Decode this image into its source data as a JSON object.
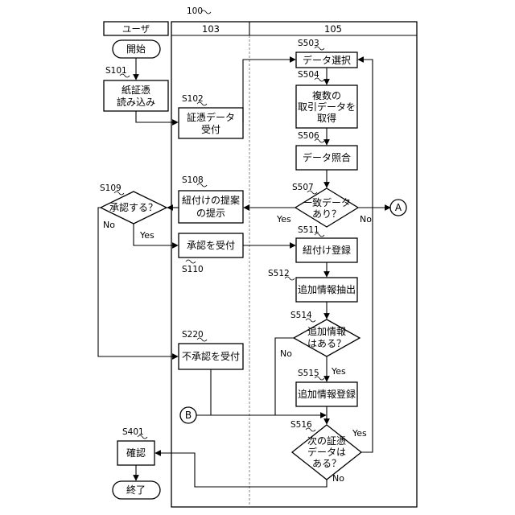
{
  "figure_number": "100",
  "lanes": {
    "user": "ユーザ",
    "lane103": "103",
    "lane105": "105"
  },
  "steps": {
    "start": {
      "line1": "開始"
    },
    "s101": {
      "id": "S101",
      "line1": "紙証憑",
      "line2": "読み込み"
    },
    "s102": {
      "id": "S102",
      "line1": "証憑データ",
      "line2": "受付"
    },
    "s503": {
      "id": "S503",
      "line1": "データ選択"
    },
    "s504": {
      "id": "S504",
      "line1": "複数の",
      "line2": "取引データを",
      "line3": "取得"
    },
    "s506": {
      "id": "S506",
      "line1": "データ照合"
    },
    "s507": {
      "id": "S507",
      "line1": "一致データ",
      "line2": "あり？"
    },
    "s108": {
      "id": "S108",
      "line1": "紐付けの提案",
      "line2": "の提示"
    },
    "s109": {
      "id": "S109",
      "line1": "承認する？"
    },
    "s110": {
      "id": "S110",
      "line1": "承認を受付"
    },
    "s511": {
      "id": "S511",
      "line1": "紐付け登録"
    },
    "s512": {
      "id": "S512",
      "line1": "追加情報抽出"
    },
    "s514": {
      "id": "S514",
      "line1": "追加情報",
      "line2": "はある？"
    },
    "s515": {
      "id": "S515",
      "line1": "追加情報登録"
    },
    "s220": {
      "id": "S220",
      "line1": "不承認を受付"
    },
    "s516": {
      "id": "S516",
      "line1": "次の証憑",
      "line2": "データは",
      "line3": "ある？"
    },
    "s401": {
      "id": "S401",
      "line1": "確認"
    },
    "end": {
      "line1": "終了"
    }
  },
  "connectors": {
    "a": "A",
    "b": "B"
  },
  "edge_labels": {
    "s507_yes": "Yes",
    "s507_no": "No",
    "s109_yes": "Yes",
    "s109_no": "No",
    "s514_yes": "Yes",
    "s514_no": "No",
    "s516_yes": "Yes",
    "s516_no": "No"
  }
}
